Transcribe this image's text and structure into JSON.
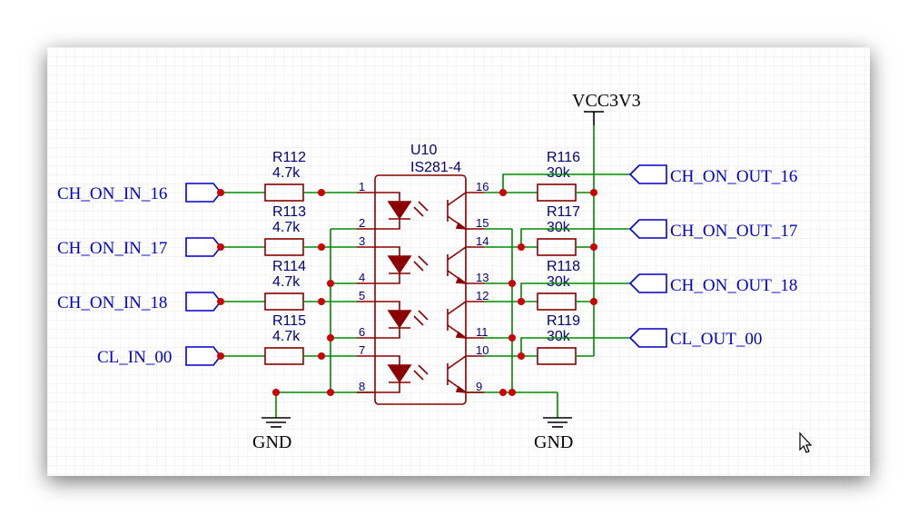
{
  "inputs": [
    {
      "net": "CH_ON_IN_16",
      "ref": "R112",
      "value": "4.7k",
      "pin_a": "1",
      "pin_k": "2"
    },
    {
      "net": "CH_ON_IN_17",
      "ref": "R113",
      "value": "4.7k",
      "pin_a": "3",
      "pin_k": "4"
    },
    {
      "net": "CH_ON_IN_18",
      "ref": "R114",
      "value": "4.7k",
      "pin_a": "5",
      "pin_k": "6"
    },
    {
      "net": "CL_IN_00",
      "ref": "R115",
      "value": "4.7k",
      "pin_a": "7",
      "pin_k": "8"
    }
  ],
  "outputs": [
    {
      "net": "CH_ON_OUT_16",
      "ref": "R116",
      "value": "30k",
      "pin_c": "16",
      "pin_e": "15"
    },
    {
      "net": "CH_ON_OUT_17",
      "ref": "R117",
      "value": "30k",
      "pin_c": "14",
      "pin_e": "13"
    },
    {
      "net": "CH_ON_OUT_18",
      "ref": "R118",
      "value": "30k",
      "pin_c": "12",
      "pin_e": "11"
    },
    {
      "net": "CL_OUT_00",
      "ref": "R119",
      "value": "30k",
      "pin_c": "10",
      "pin_e": "9"
    }
  ],
  "ic": {
    "ref": "U10",
    "part": "IS281-4"
  },
  "power": {
    "vcc": "VCC3V3",
    "gnd_left": "GND",
    "gnd_right": "GND"
  },
  "colors": {
    "wire": "#008800",
    "component": "#8b0000",
    "net_label": "#0000cc",
    "junction": "#cc0000",
    "grid": "#e8e8e8"
  },
  "icons": {
    "cursor": "mouse-pointer-icon"
  }
}
